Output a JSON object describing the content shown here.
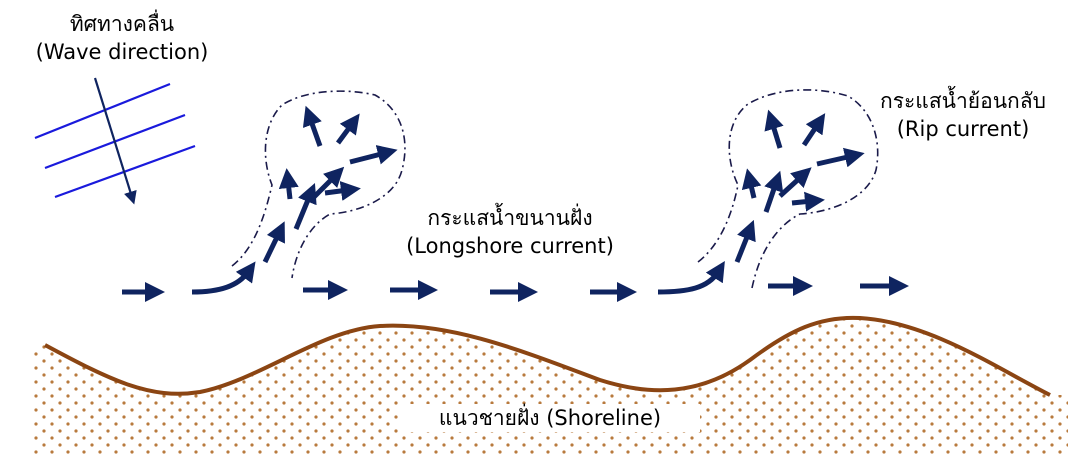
{
  "labels": {
    "wave_direction_thai": "ทิศทางคลื่น",
    "wave_direction_en": "(Wave direction)",
    "rip_current_thai": "กระแสน้ำย้อนกลับ",
    "rip_current_en": "(Rip current)",
    "longshore_current_thai": "กระแสน้ำขนานฝั่ง",
    "longshore_current_en": "(Longshore current)",
    "shoreline": "แนวชายฝั่ง (Shoreline)"
  },
  "colors": {
    "current_arrow": "#0f2460",
    "wave_line": "#1a1adc",
    "shoreline": "#8b4513",
    "sand_dots": "#b87a3d",
    "rip_outline": "#1a1a4a"
  },
  "icons": {
    "current": "arrow-icon",
    "wave": "wave-crest-line",
    "sand": "dot-pattern"
  }
}
